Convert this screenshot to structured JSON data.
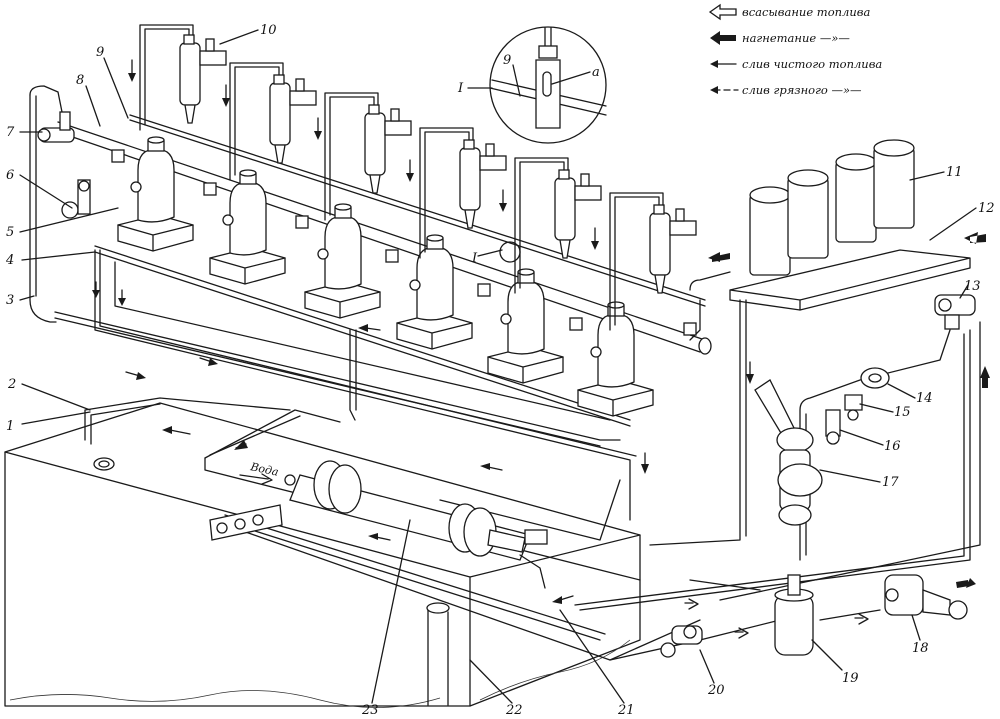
{
  "legend": [
    {
      "icon": "hollow-arrow-icon",
      "text": "всасывание топлива"
    },
    {
      "icon": "solid-arrow-icon",
      "text": "нагнетание —»—"
    },
    {
      "icon": "thin-arrow-icon",
      "text": "слив чистого топлива"
    },
    {
      "icon": "dashed-arrow-icon",
      "text": "слив грязного —»—"
    }
  ],
  "detail": {
    "marker": "I",
    "part": "9",
    "letter": "а"
  },
  "water_label": "Вода",
  "parts": [
    "1",
    "2",
    "3",
    "4",
    "5",
    "6",
    "7",
    "8",
    "9",
    "10",
    "11",
    "12",
    "13",
    "14",
    "15",
    "16",
    "17",
    "18",
    "19",
    "20",
    "21",
    "22",
    "23"
  ],
  "colors": {
    "ink": "#1a1a1a",
    "paper": "#ffffff"
  }
}
